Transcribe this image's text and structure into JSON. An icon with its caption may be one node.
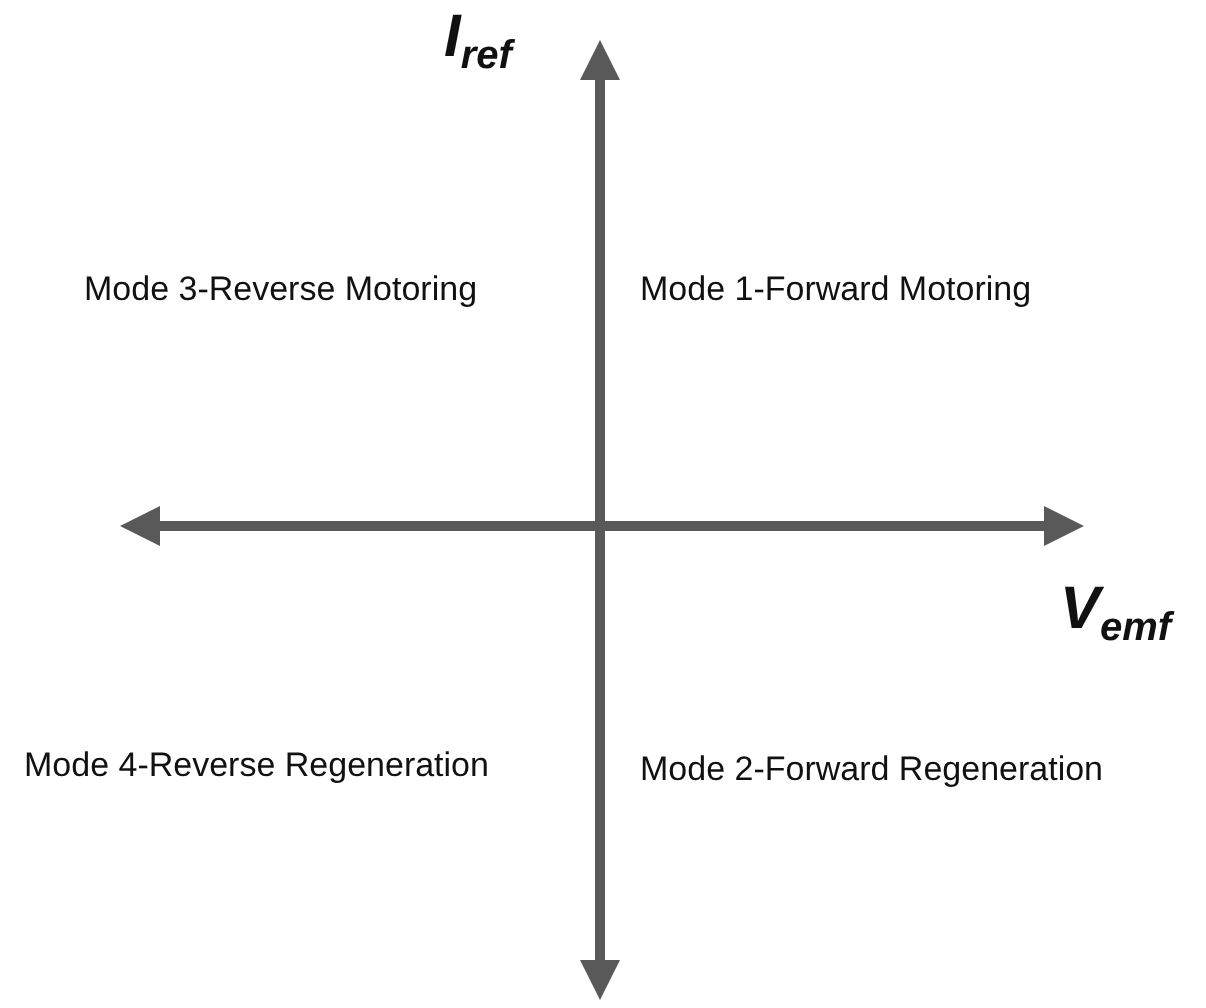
{
  "diagram": {
    "labels": [
      "I$_{ref}$",
      "Mode 3-Reverse Motoring",
      "Mode 1-Forward Motoring",
      "V$_{emf}$",
      "Mode 4-Reverse Regeneration",
      "Mode 2-Forward Regeneration"
    ]
  }
}
